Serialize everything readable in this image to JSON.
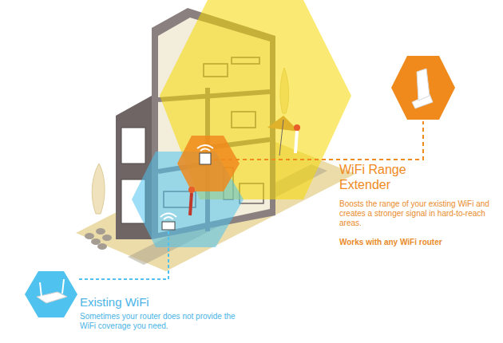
{
  "diagram": {
    "labels": [
      "WiFi Range Extender",
      "Boosts the range of your existing WiFi and creates a stronger signal in hard-to-reach areas.",
      "Works with any WiFi router",
      "Existing WiFi",
      "Sometimes your router does not provide the WiFi coverage you need."
    ]
  }
}
